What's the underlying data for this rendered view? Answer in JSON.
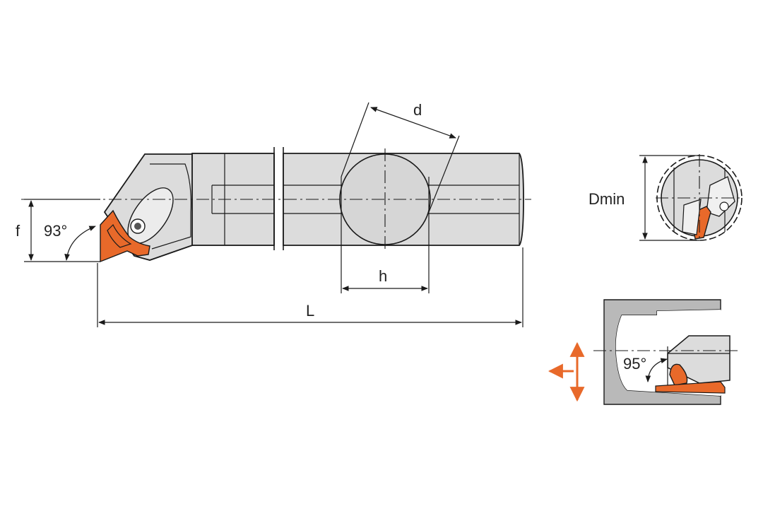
{
  "labels": {
    "d": "d",
    "f": "f",
    "angle_main": "93°",
    "h": "h",
    "L": "L",
    "dmin": "Dmin",
    "angle_detail": "95°"
  },
  "colors": {
    "insert": "#e8692a",
    "body": "#dcdcdc",
    "line": "#1a1a1a",
    "background": "#ffffff"
  }
}
